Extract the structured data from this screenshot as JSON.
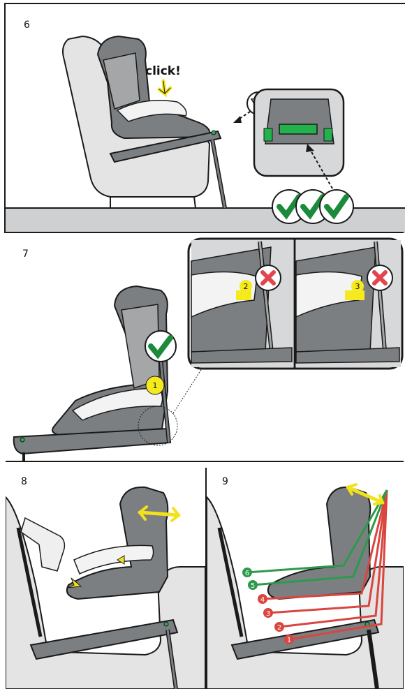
{
  "steps": [
    {
      "number": "6",
      "click_label": "click!"
    },
    {
      "number": "7",
      "markers": [
        "1",
        "2",
        "3"
      ]
    },
    {
      "number": "8"
    },
    {
      "number": "9",
      "positions": [
        "1",
        "2",
        "3",
        "4",
        "5",
        "6"
      ]
    }
  ],
  "colors": {
    "outline": "#1a1a1a",
    "seat_dark": "#7c7f82",
    "seat_mid": "#a4a6a8",
    "seat_light": "#d7d8d9",
    "car_seat": "#e4e4e4",
    "floor": "#cfd0d1",
    "check_green": "#1c8a3b",
    "ok_green": "#22b14c",
    "error_red": "#e2454d",
    "marker_yellow": "#f5ea1e",
    "arrow_yellow": "#f2e21b",
    "recline_red": "#d9453f",
    "recline_green": "#2c9a4a"
  },
  "icons": [
    "check-icon",
    "cross-icon",
    "indicator-icon",
    "double-arrow-icon",
    "foot-press-icon"
  ]
}
